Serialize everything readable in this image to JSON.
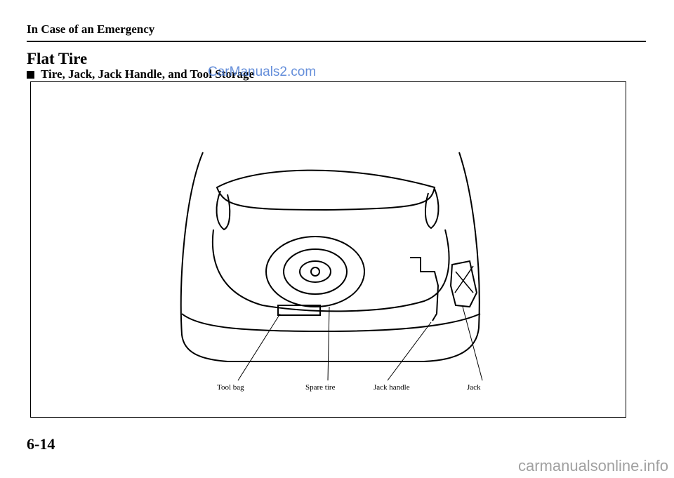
{
  "header": {
    "section_label": "In Case of an Emergency"
  },
  "content": {
    "title": "Flat Tire",
    "subtitle": "Tire, Jack, Jack Handle, and Tool Storage"
  },
  "figure": {
    "callouts": [
      "Tool bag",
      "Spare tire",
      "Jack handle",
      "Jack"
    ]
  },
  "footer": {
    "page_number": "6-14"
  },
  "watermarks": {
    "top": "CarManuals2.com",
    "bottom": "carmanualsonline.info"
  }
}
